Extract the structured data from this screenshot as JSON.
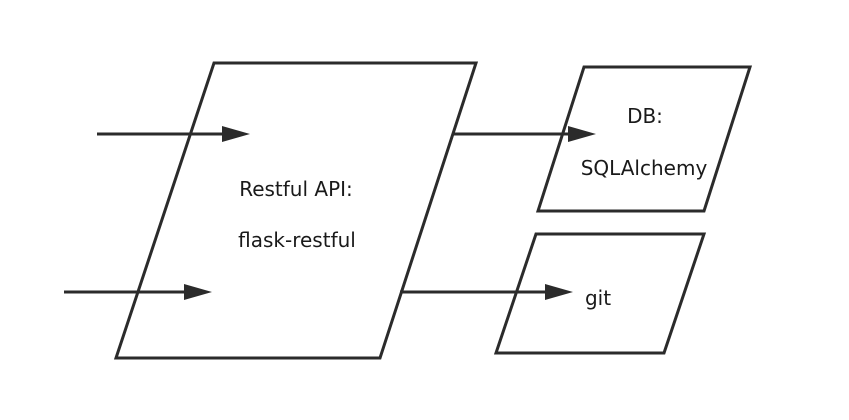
{
  "diagram": {
    "nodes": [
      {
        "id": "api",
        "lines": [
          "Restful API:",
          "flask-restful"
        ]
      },
      {
        "id": "db",
        "lines": [
          "DB:",
          "SQLAlchemy"
        ]
      },
      {
        "id": "git",
        "lines": [
          "git"
        ]
      }
    ],
    "edges": [
      {
        "id": "input-top",
        "from": "",
        "to": "api"
      },
      {
        "id": "input-bottom",
        "from": "",
        "to": "api"
      },
      {
        "id": "api-to-db",
        "from": "api",
        "to": "db"
      },
      {
        "id": "api-to-git",
        "from": "api",
        "to": "git"
      }
    ]
  }
}
